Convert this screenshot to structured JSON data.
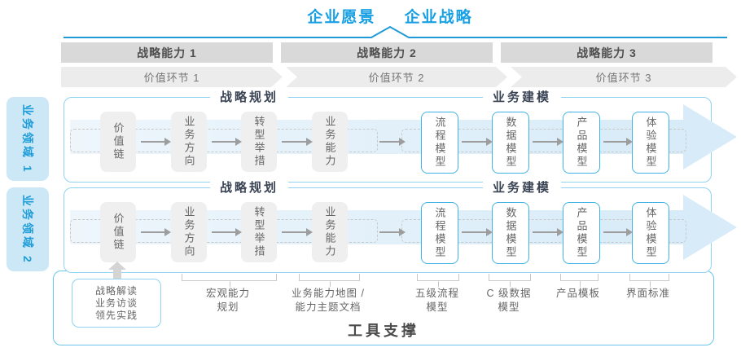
{
  "header": {
    "vision": "企业愿景",
    "strategy": "企业战略"
  },
  "capability_bar": {
    "items": [
      "战略能力 1",
      "战略能力 2",
      "战略能力 3"
    ]
  },
  "value_chain": {
    "items": [
      "价值环节 1",
      "价值环节 2",
      "价值环节 3"
    ]
  },
  "domains": [
    {
      "label": "业务领域 1"
    },
    {
      "label": "业务领域 2"
    }
  ],
  "sections": {
    "planning": "战略规划",
    "modeling": "业务建模"
  },
  "boxes": {
    "gray": [
      "价值链",
      "业务方向",
      "转型举措",
      "业务能力"
    ],
    "blue": [
      "流程模型",
      "数据模型",
      "产品模型",
      "体验模型"
    ]
  },
  "annotations": [
    {
      "lines": [
        "战略解读",
        "业务访谈",
        "领先实践"
      ]
    },
    {
      "lines": [
        "宏观能力",
        "规划"
      ]
    },
    {
      "lines": [
        "业务能力地图 /",
        "能力主题文档"
      ]
    },
    {
      "lines": [
        "五级流程",
        "模型"
      ]
    },
    {
      "lines": [
        "C 级数据",
        "模型"
      ]
    },
    {
      "lines": [
        "产品模板"
      ]
    },
    {
      "lines": [
        "界面标准"
      ]
    }
  ],
  "footer": {
    "tools_label": "工具支撑"
  },
  "colors": {
    "accent_blue": "#18A0E3",
    "row_border_blue": "#8FD3EF",
    "box_border_blue": "#41B2E5",
    "bar_gray": "#d9d9d9",
    "band_blue": "#d7ebf8",
    "text_gray": "#666666"
  }
}
